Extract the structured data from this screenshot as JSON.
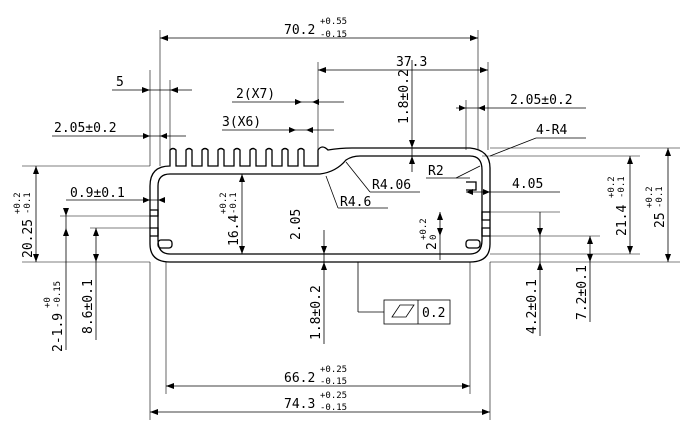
{
  "dimensions": {
    "overall_width_top": {
      "value": "70.2",
      "tol_upper": "+0.55",
      "tol_lower": "-0.15"
    },
    "inner_width": {
      "value": "66.2",
      "tol_upper": "+0.25",
      "tol_lower": "-0.15"
    },
    "overall_width_bottom": {
      "value": "74.3",
      "tol_upper": "+0.25",
      "tol_lower": "-0.15"
    },
    "fin_region": "37.3",
    "fin_pitch": "5",
    "fin_count": "2(X7)",
    "fin_gap": "3(X6)",
    "wall_left": "2.05±0.2",
    "wall_right": "2.05±0.2",
    "fin_height": "1.8±0.2",
    "corner_radius": "4-R4",
    "radius_r2": "R2",
    "radius_r406": "R4.06",
    "radius_r46": "R4.6",
    "slot_width": "0.9±0.1",
    "offset_405": "4.05",
    "height_left": {
      "value": "20.25",
      "tol_upper": "+0.2",
      "tol_lower": "-0.1"
    },
    "inner_height": {
      "value": "16.4",
      "tol_upper": "+0.2",
      "tol_lower": "-0.1"
    },
    "center_205": "2.05",
    "slot_h_2": {
      "value": "2",
      "tol_upper": "+0.2",
      "tol_lower": "0"
    },
    "height_214": {
      "value": "21.4",
      "tol_upper": "+0.2",
      "tol_lower": "-0.1"
    },
    "height_25": {
      "value": "25",
      "tol_upper": "+0.2",
      "tol_lower": "-0.1"
    },
    "slot_19": {
      "value": "2-1.9",
      "tol_upper": "+0",
      "tol_lower": "-0.15"
    },
    "height_86": "8.6±0.1",
    "bottom_wall": "1.8±0.2",
    "height_42": "4.2±0.1",
    "height_72": "7.2±0.1",
    "flatness": {
      "symbol": "flatness-icon",
      "value": "0.2"
    }
  }
}
